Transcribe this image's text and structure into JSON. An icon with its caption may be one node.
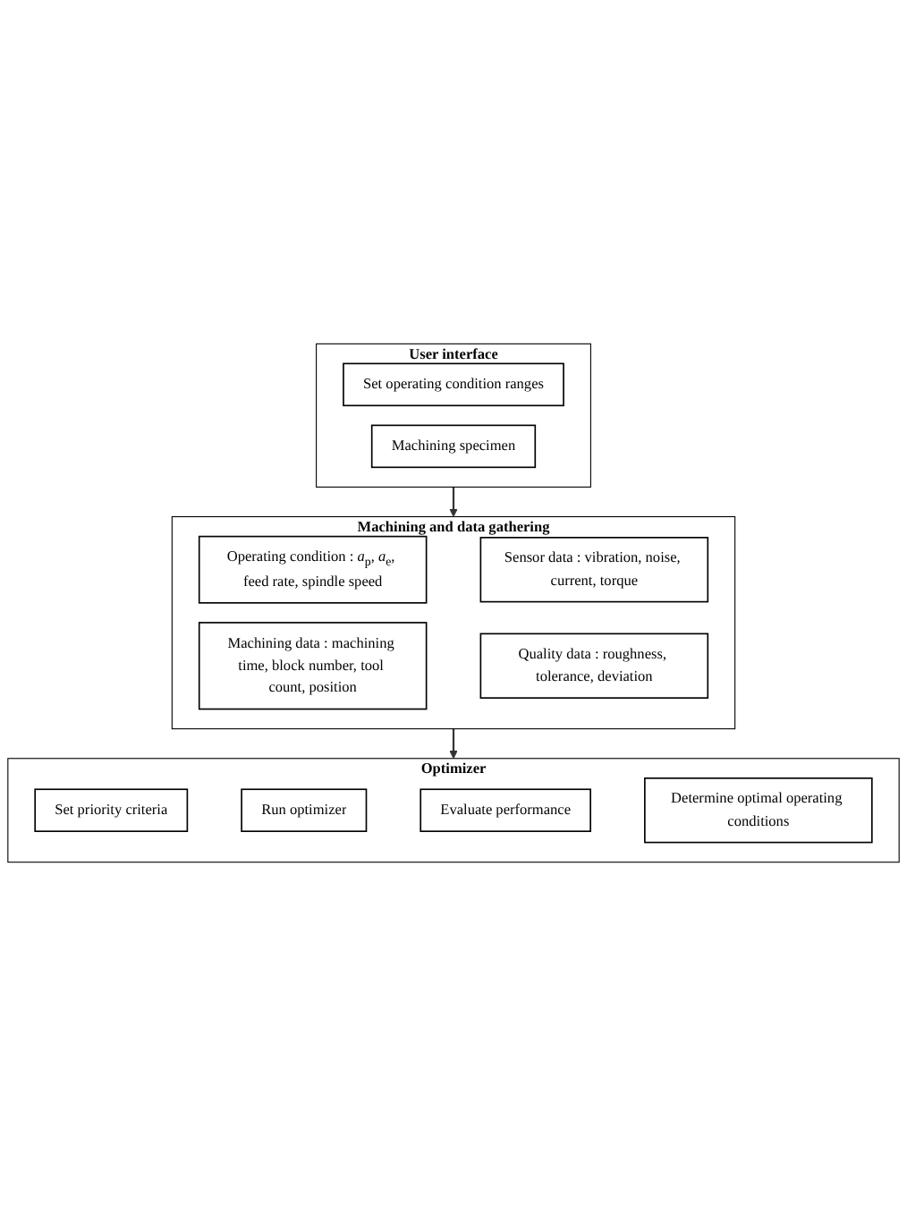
{
  "diagram": {
    "nodes": [
      {
        "text": [
          "User interface"
        ]
      },
      {
        "text": [
          "Set operating condition ranges"
        ],
        "in": 0
      },
      {
        "text": [
          "Machining specimen"
        ],
        "in": 0
      },
      {
        "text": [
          "Machining and data gathering"
        ]
      },
      {
        "text": [
          "Operating condition : *a*$_{p}$, *a*$_{e}$, feed rate, spindle speed"
        ],
        "in": 3
      },
      {
        "text": [
          "Machining data : machining time, block number, tool count, position"
        ],
        "in": 3
      },
      {
        "text": [
          "Sensor data : vibration, noise, current, torque"
        ],
        "in": 3
      },
      {
        "text": [
          "Quality data : roughness, tolerance, deviation"
        ],
        "in": 3
      },
      {
        "text": [
          "Optimizer"
        ]
      },
      {
        "text": [
          "Set priority criteria"
        ],
        "in": 8
      },
      {
        "text": [
          "Run optimizer"
        ],
        "in": 8
      },
      {
        "text": [
          "Evaluate performance"
        ],
        "in": 8
      },
      {
        "text": [
          "Determine optimal operating conditions"
        ],
        "in": 8
      }
    ],
    "edges": [
      {
        "from": 0,
        "to": 3,
        "arrow": "to"
      },
      {
        "from": 3,
        "to": 8,
        "arrow": "to"
      }
    ]
  }
}
